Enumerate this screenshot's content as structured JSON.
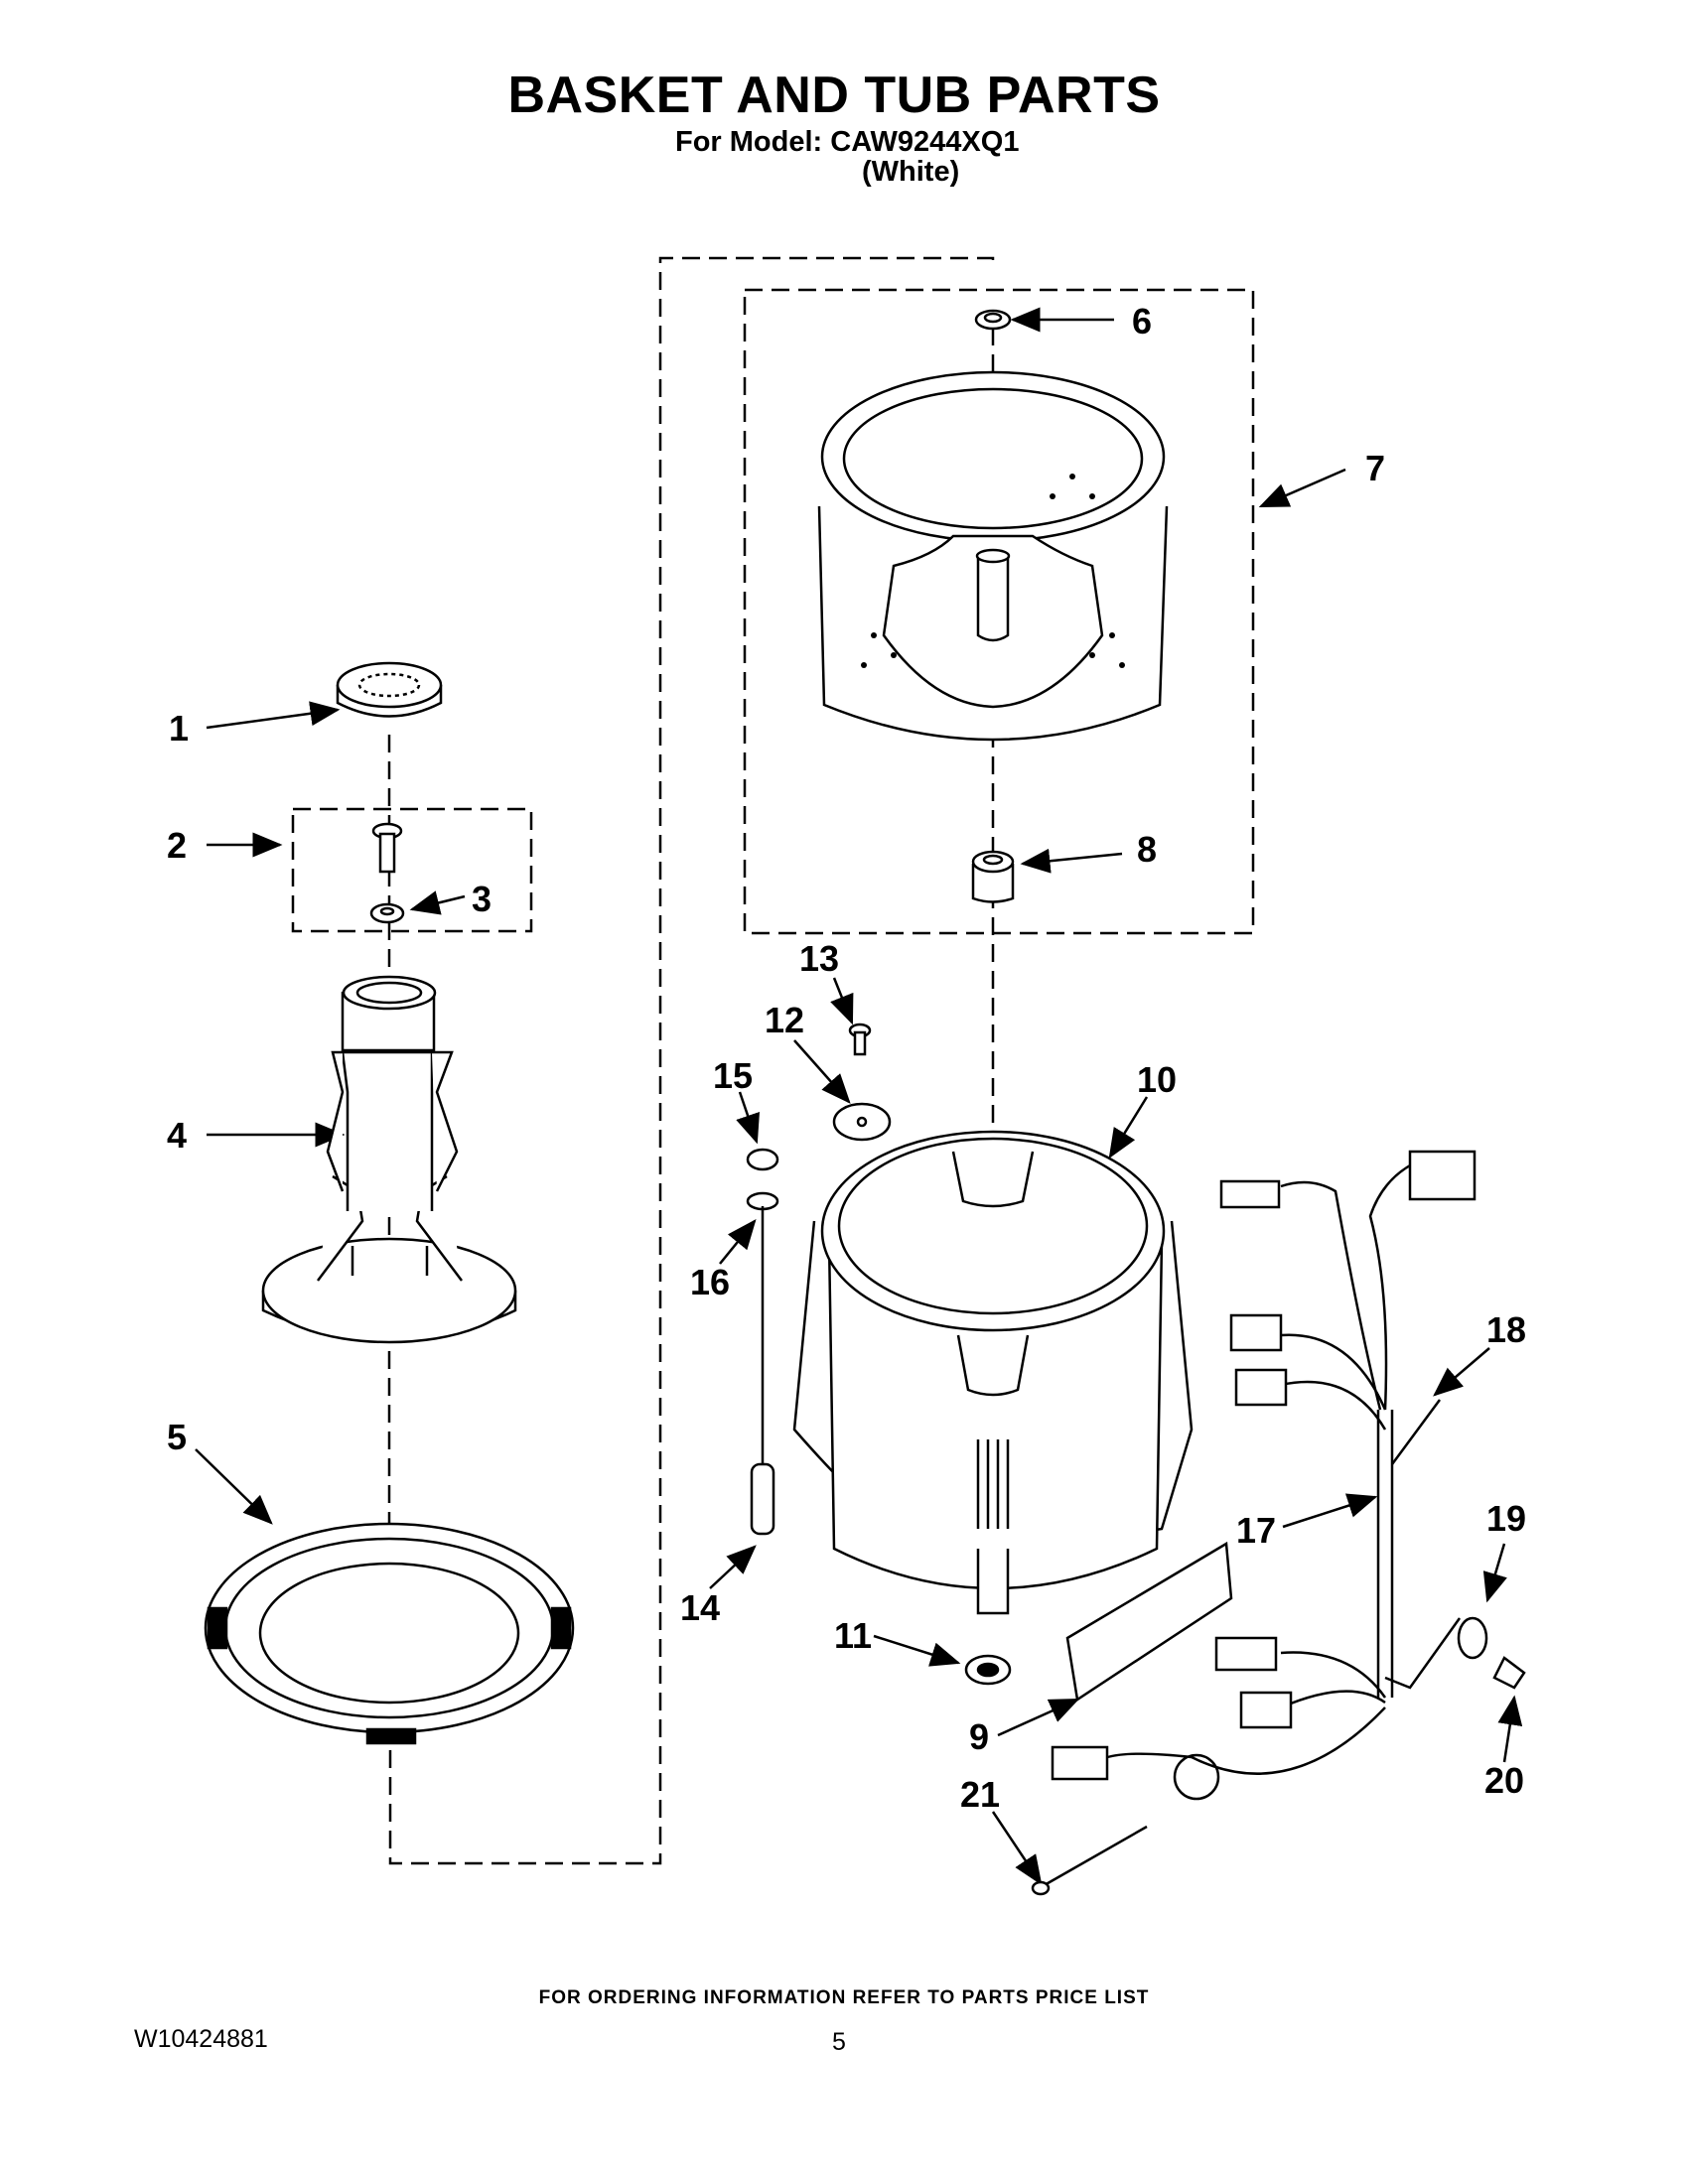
{
  "header": {
    "title": "BASKET AND TUB PARTS",
    "model_line": "For Model: CAW9244XQ1",
    "color_line": "(White)"
  },
  "callouts": [
    "1",
    "2",
    "3",
    "4",
    "5",
    "6",
    "7",
    "8",
    "9",
    "10",
    "11",
    "12",
    "13",
    "14",
    "15",
    "16",
    "17",
    "18",
    "19",
    "20",
    "21"
  ],
  "footer": {
    "ordering_note": "FOR ORDERING INFORMATION REFER TO PARTS PRICE LIST",
    "document_number": "W10424881",
    "page_number": "5"
  }
}
